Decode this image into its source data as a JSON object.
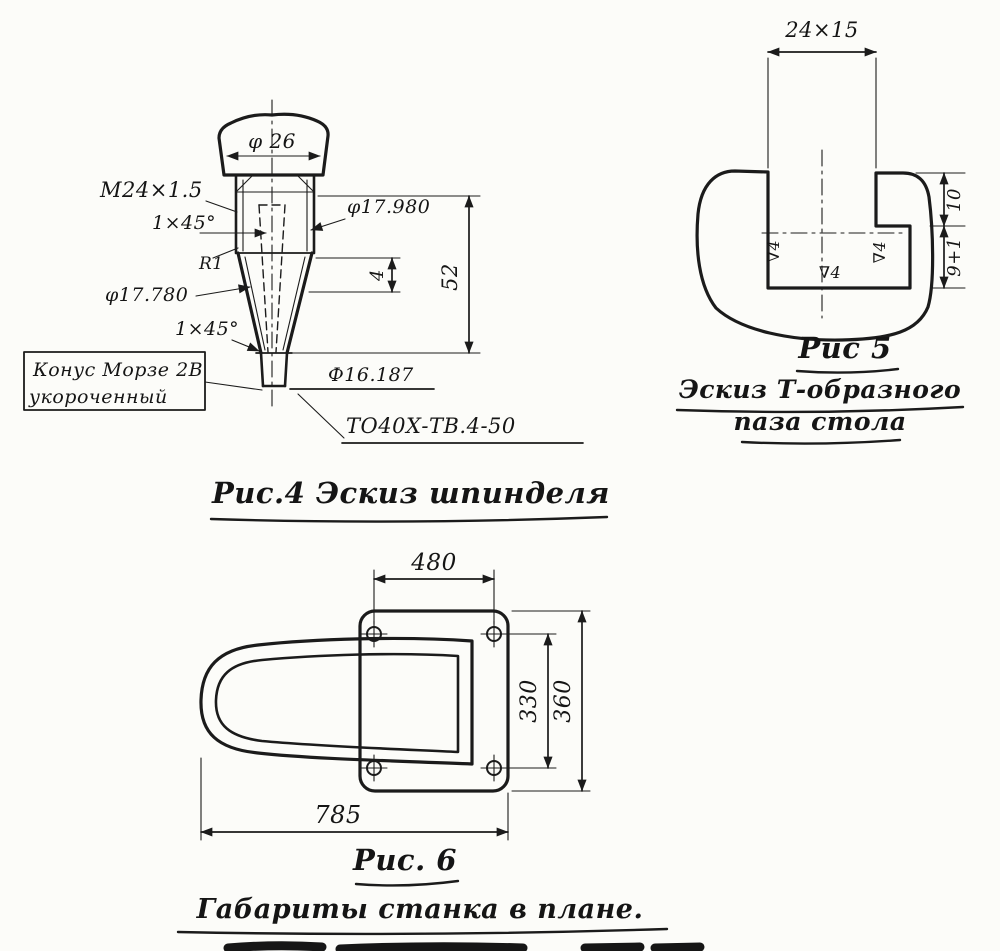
{
  "page": {
    "background": "#fcfcf9",
    "ink": "#1b1b1b"
  },
  "fig4": {
    "caption": "Рис.4 Эскиз шпинделя",
    "dims": {
      "phi26": "φ 26",
      "m24": "М24×1.5",
      "chamfer_top": "1×45°",
      "phi17980": "φ17.980",
      "r1": "R1",
      "phi17780": "φ17.780",
      "four": "4",
      "fiftytwo": "52",
      "chamfer_bottom": "1×45°",
      "phi16187": "Ф16.187",
      "note_line1": "Конус Морзе 2В",
      "note_line2": "укороченный",
      "spec": "ТО40Х-ТВ.4-50"
    }
  },
  "fig5": {
    "caption_line1": "Рис 5",
    "caption_line2": "Эскиз Т-образного",
    "caption_line3": "паза стола",
    "dims": {
      "slot": "24×15",
      "ten": "10",
      "nine_plus_one": "9+1",
      "rough_left": "∇4",
      "rough_mid": "∇4",
      "rough_right": "∇4"
    }
  },
  "fig6": {
    "caption_line1": "Рис. 6",
    "caption_line2": "Габариты станка в плане.",
    "dims": {
      "d480": "480",
      "d330": "330",
      "d360": "360",
      "d785": "785"
    }
  }
}
